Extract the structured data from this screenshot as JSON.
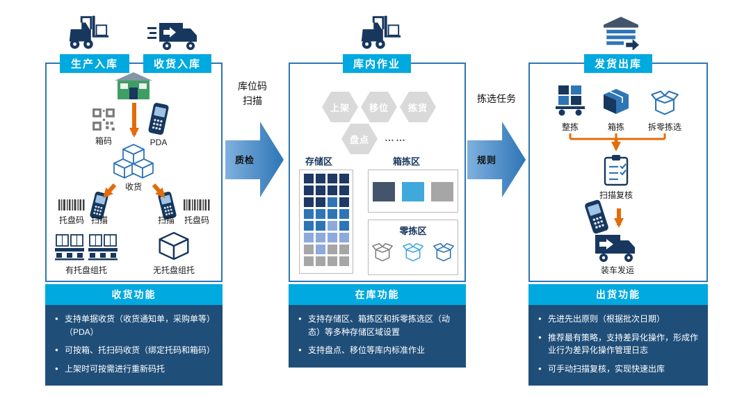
{
  "colors": {
    "accent_cyan": "#00a9e0",
    "panel_border": "#2e75b6",
    "footer_bg": "#1f4e79",
    "orange": "#e36c0a",
    "navy": "#17375e"
  },
  "inbound": {
    "tab_production": "生产入库",
    "tab_receiving": "收货入库",
    "box_code": "箱码",
    "pda": "PDA",
    "receive": "收货",
    "pallet_code_left": "托盘码",
    "scan_left": "扫描",
    "scan_right": "扫描",
    "pallet_code_right": "托盘码",
    "with_pallet": "有托盘组托",
    "without_pallet": "无托盘组托",
    "footer_title": "收货功能",
    "bullets": [
      "支持单据收货（收货通知单，采购单等）（PDA）",
      "可按箱、托扫码收货（绑定托码和箱码）",
      "上架时可按需进行重新码托"
    ]
  },
  "connector_left": {
    "line1": "库位码",
    "line2": "扫描",
    "arrow_label": "质检"
  },
  "warehouse": {
    "tab": "库内作业",
    "hexagons": [
      "上架",
      "移位",
      "拣货",
      "盘点",
      "……"
    ],
    "storage_zone": "存储区",
    "box_pick_zone": "箱拣区",
    "piece_pick_zone": "零拣区",
    "storage_grid": [
      "DDDD",
      "DDDD",
      "DDMD",
      "MMMM",
      "MMLM",
      "LLLL",
      "GLGG",
      "GGGG"
    ],
    "grid_colors": {
      "D": "#1f3864",
      "M": "#2e75b6",
      "L": "#8eaadb",
      "G": "#a6a6a6"
    },
    "box_pick_colors": [
      "#44546a",
      "#3fa9dc",
      "#a6a6a6"
    ],
    "piece_pick_colors": [
      "#808080",
      "#3fa9dc",
      "#2e75b6"
    ],
    "footer_title": "在库功能",
    "bullets": [
      "支持存储区、箱拣区和拆零拣选区（动态）等多种存储区域设置",
      "支持盘点、移位等库内标准作业"
    ]
  },
  "connector_right": {
    "line1": "拣选任务",
    "arrow_label": "规则"
  },
  "outbound": {
    "tab": "发货出库",
    "whole_pick": "整拣",
    "box_pick": "箱拣",
    "piece_pick": "拆零拣选",
    "scan_review": "扫描复核",
    "loading": "装车发运",
    "footer_title": "出货功能",
    "bullets": [
      "先进先出原则（根据批次日期）",
      "推荐最有策略，支持差异化操作，形成作业行为差异化操作管理日志",
      "可手动扫描复核，实现快速出库"
    ]
  }
}
